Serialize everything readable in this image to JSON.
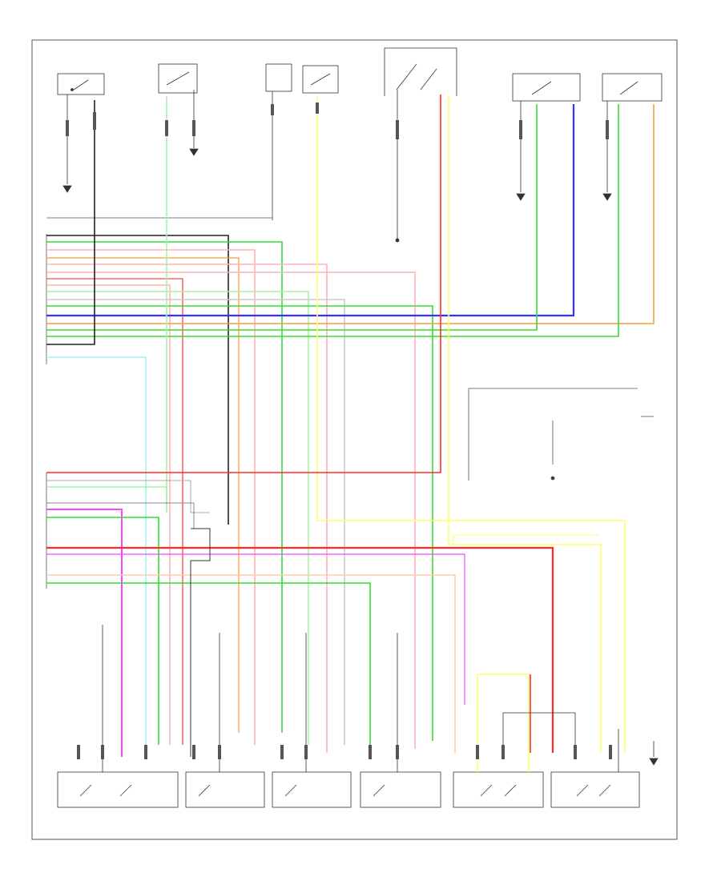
{
  "diagram": {
    "page_code": "",
    "wire_colors": {
      "red": "#ff2b2b",
      "pink": "#ffb3b3",
      "green": "#33dd33",
      "light_green": "#a8f0a8",
      "blue": "#3333ff",
      "cyan": "#aaeeff",
      "yellow": "#ffff66",
      "orange": "#ff9933",
      "magenta": "#ff44ff",
      "peach": "#ffccaa",
      "black": "#222222",
      "gray": "#888888"
    },
    "components": [
      "top-left-switch",
      "top-relay-1",
      "top-connector-center",
      "top-switch-center",
      "top-right-switch-1",
      "top-right-switch-2",
      "right-sub-connector",
      "bottom-component-1",
      "bottom-component-2",
      "bottom-component-3",
      "bottom-component-4",
      "bottom-relay-1",
      "bottom-relay-2",
      "bottom-right-ground"
    ]
  }
}
